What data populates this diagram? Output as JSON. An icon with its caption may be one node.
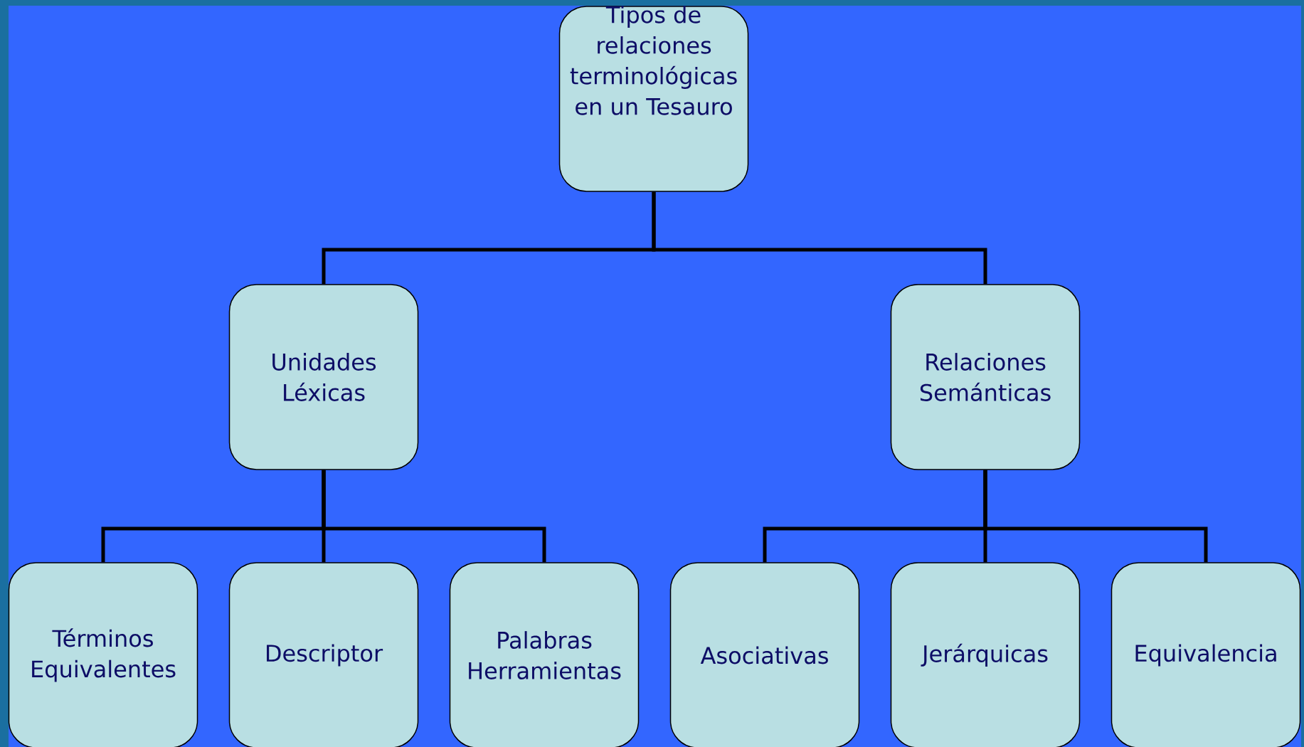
{
  "diagram": {
    "nodes": [
      {
        "text": [
          "Tipos de relaciones terminológicas en un Tesauro"
        ]
      },
      {
        "text": [
          "Unidades Léxicas"
        ]
      },
      {
        "text": [
          "Relaciones Semánticas"
        ]
      },
      {
        "text": [
          "Términos Equivalentes"
        ]
      },
      {
        "text": [
          "Descriptor"
        ]
      },
      {
        "text": [
          "Palabras Herramientas"
        ]
      },
      {
        "text": [
          "Asociativas"
        ]
      },
      {
        "text": [
          "Jerárquicas"
        ]
      },
      {
        "text": [
          "Equivalencia"
        ]
      }
    ],
    "edges": [
      {
        "from": 0,
        "to": 1,
        "arrow": "none"
      },
      {
        "from": 0,
        "to": 2,
        "arrow": "none"
      },
      {
        "from": 1,
        "to": 3,
        "arrow": "none"
      },
      {
        "from": 1,
        "to": 4,
        "arrow": "none"
      },
      {
        "from": 1,
        "to": 5,
        "arrow": "none"
      },
      {
        "from": 2,
        "to": 6,
        "arrow": "none"
      },
      {
        "from": 2,
        "to": 7,
        "arrow": "none"
      },
      {
        "from": 2,
        "to": 8,
        "arrow": "none"
      }
    ]
  }
}
